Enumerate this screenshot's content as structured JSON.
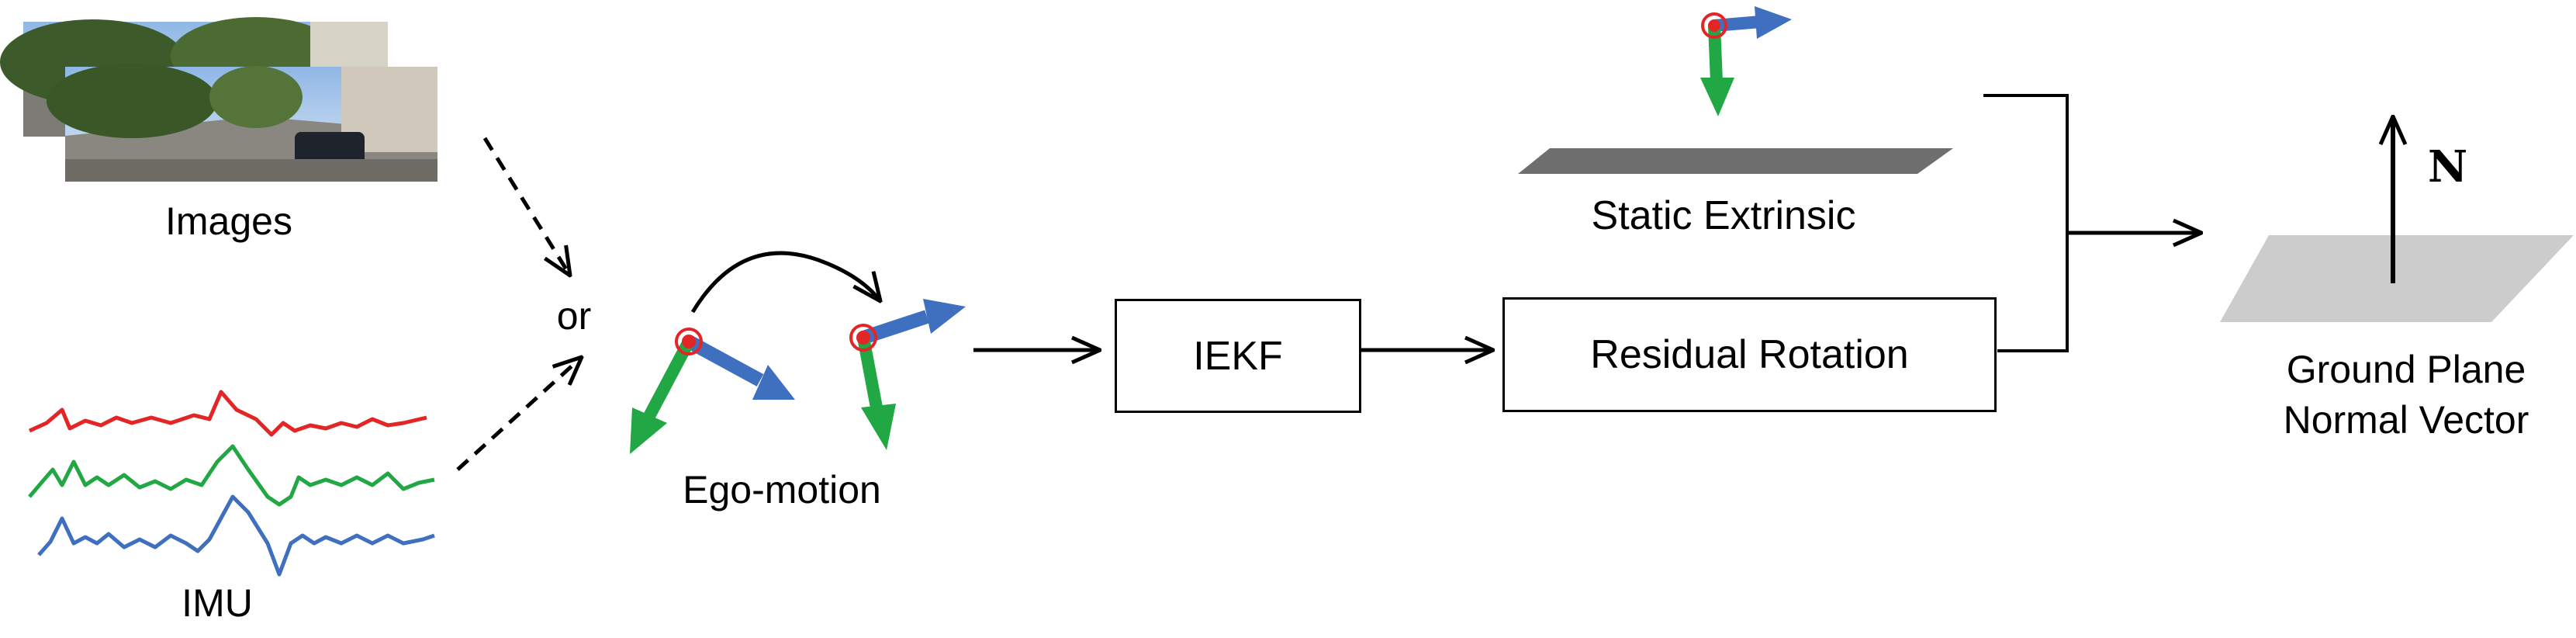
{
  "labels": {
    "images": "Images",
    "or": "or",
    "imu": "IMU",
    "ego_motion": "Ego-motion",
    "iekf": "IEKF",
    "static_extrinsic": "Static Extrinsic",
    "residual_rotation": "Residual Rotation",
    "normal_symbol": "N",
    "ground_plane_line1": "Ground Plane",
    "ground_plane_line2": "Normal Vector"
  },
  "colors": {
    "red": "#e32526",
    "green": "#21a844",
    "blue": "#3f6fbf",
    "plane_dark": "#6e6e6e",
    "plane_light": "#cccccc"
  }
}
